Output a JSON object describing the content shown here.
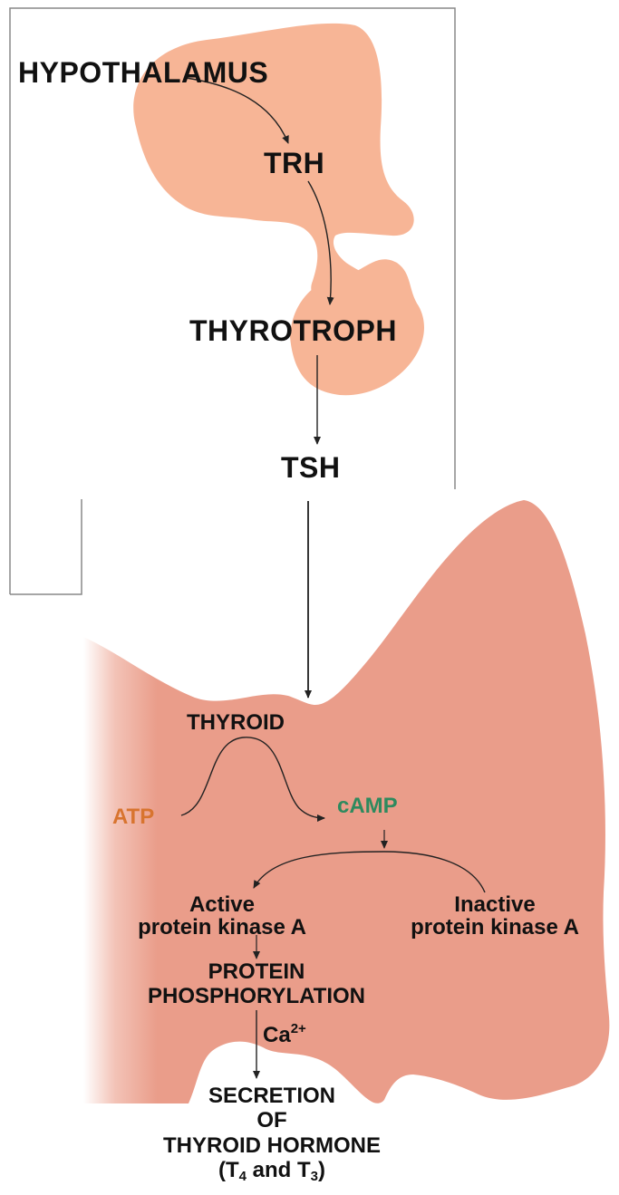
{
  "colors": {
    "brain": "#f7b596",
    "thyroid": "#ea9d8a",
    "thyroid_edge": "#b95a48",
    "atp": "#d8742f",
    "camp": "#2e8a5e",
    "line": "#222222",
    "box": "#888888"
  },
  "labels": {
    "hypothalamus": "HYPOTHALAMUS",
    "trh": "TRH",
    "thyrotroph": "THYROTROPH",
    "tsh": "TSH",
    "thyroid": "THYROID",
    "atp": "ATP",
    "camp": "cAMP",
    "active_line1": "Active",
    "active_line2": "protein kinase A",
    "inactive_line1": "Inactive",
    "inactive_line2": "protein kinase A",
    "phos_line1": "PROTEIN",
    "phos_line2": "PHOSPHORYLATION",
    "ca_base": "Ca",
    "ca_sup": "2+",
    "sec_line1": "SECRETION",
    "sec_line2": "OF",
    "sec_line3": "THYROID HORMONE",
    "t_open": "(T",
    "t4_sub": "4",
    "t_and": " and T",
    "t3_sub": "3",
    "t_close": ")"
  }
}
